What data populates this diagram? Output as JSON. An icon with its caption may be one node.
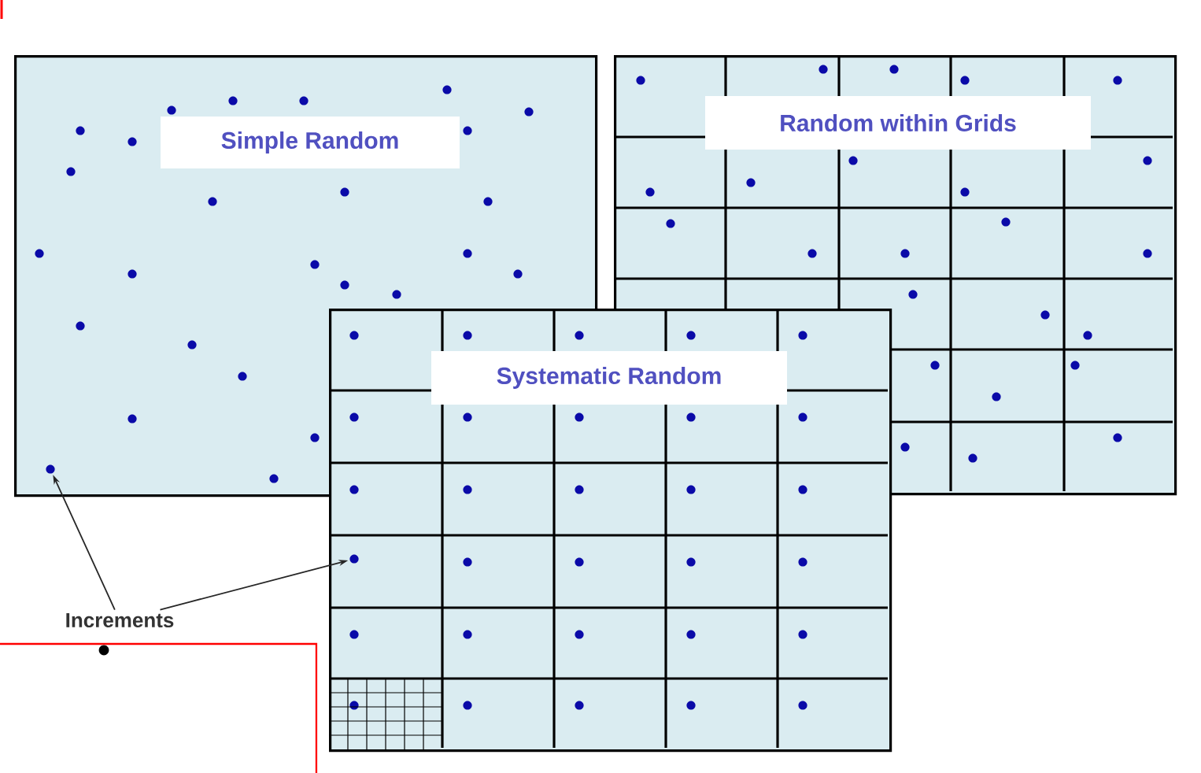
{
  "diagram": {
    "nodes": [
      {
        "text": [
          "Simple Random"
        ]
      },
      {
        "text": [
          "Random within Grids"
        ]
      },
      {
        "text": [
          "Systematic Random"
        ]
      },
      {
        "text": [
          "Increments"
        ]
      },
      {
        "text": [],
        "shape": "circle",
        "in": 0
      },
      {
        "text": [],
        "shape": "circle",
        "in": 2
      }
    ],
    "edges": [
      {
        "from": 3,
        "to": 4,
        "arrow": "to"
      },
      {
        "from": 3,
        "to": 5,
        "arrow": "to"
      }
    ]
  }
}
